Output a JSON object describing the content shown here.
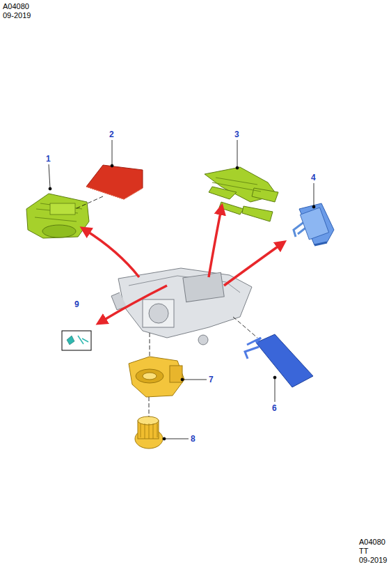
{
  "diagram": {
    "labels": [
      "A04080",
      "09-2019",
      "2",
      "3",
      "1",
      "4",
      "9",
      "7",
      "6",
      "8",
      "A04080",
      "TT",
      "09-2019"
    ]
  }
}
